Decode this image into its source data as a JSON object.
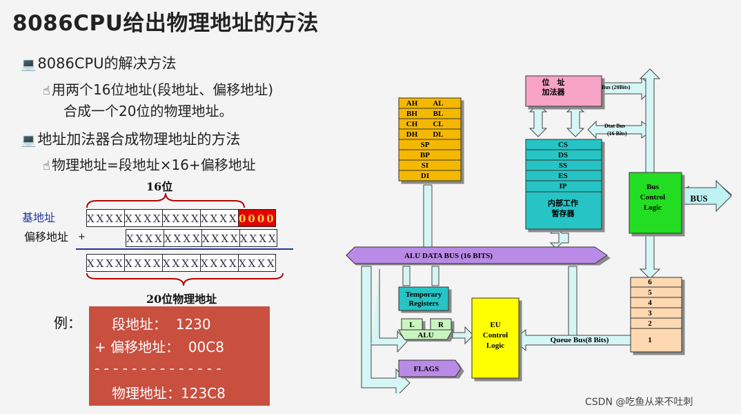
{
  "title": "8086CPU给出物理地址的方法",
  "bullets": {
    "b1": "8086CPU的解决方法",
    "b1_sub1": "用两个16位地址(段地址、偏移地址)",
    "b1_sub2": "合成一个20位的物理地址。",
    "b2": "地址加法器合成物理地址的方法",
    "b2_sub": "物理地址=段地址×16+偏移地址"
  },
  "icons": {
    "bullet": "laptop-icon",
    "sub_bullet": "pointing-hand-icon"
  },
  "adder": {
    "label_16": "16位",
    "label_20": "20位物理地址",
    "seg_label": "基地址",
    "off_label": "偏移地址",
    "plus": "+",
    "cell": "XXXX",
    "zero": "0000"
  },
  "example": {
    "label": "例：",
    "line1": "段地址：  1230",
    "line2": "+ 偏移地址：  00C8",
    "dashes": "- - - - - - - - - - - - - -",
    "line3": "物理地址：123C8"
  },
  "cpu": {
    "regs": [
      "AH",
      "AL",
      "BH",
      "BL",
      "CH",
      "CL",
      "DH",
      "DL",
      "SP",
      "BP",
      "SI",
      "DI"
    ],
    "adder1": "位　址",
    "adder2": "加法器",
    "bus20": "Bus (20Bits)",
    "dbus1": "Dtat Bus",
    "dbus2": "(16 Bits)",
    "segregs": [
      "CS",
      "DS",
      "SS",
      "ES",
      "IP"
    ],
    "temp1": "内部工作",
    "temp2": "暂存器",
    "bcl1": "Bus",
    "bcl2": "Control",
    "bcl3": "Logic",
    "bus": "BUS",
    "alubus": "ALU DATA BUS (16 BITS)",
    "tr1": "Temporary",
    "tr2": "Registers",
    "L": "L",
    "R": "R",
    "alu": "ALU",
    "flags": "FLAGS",
    "eu1": "EU",
    "eu2": "Control",
    "eu3": "Logic",
    "queue": [
      "6",
      "5",
      "4",
      "3",
      "2",
      "1"
    ],
    "qbus": "Queue  Bus(8 Bits)"
  },
  "watermark": "CSDN @吃鱼从来不吐刺",
  "colors": {
    "yellow": "#f5b800",
    "pink": "#f7a3c6",
    "teal": "#27c4c4",
    "green": "#22dd22",
    "purple": "#b98ae6",
    "peach": "#fdd8b0",
    "eu_yellow": "#ffff00",
    "red": "#e30000",
    "example_bg": "#c94f3f",
    "arrow": "#d6f6f6"
  }
}
